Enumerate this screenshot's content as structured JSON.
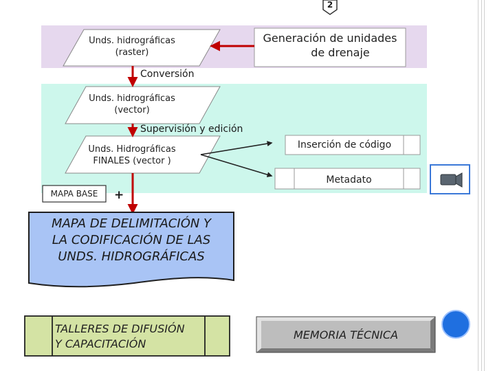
{
  "slide_number": "2",
  "nodes": {
    "raster": [
      "Unds. hidrográficas",
      "(raster)"
    ],
    "generation": [
      "Generación de unidades",
      "de drenaje"
    ],
    "conversion": "Conversión",
    "vector": [
      "Unds. hidrográficas",
      "(vector)"
    ],
    "supervision": "Supervisión y edición",
    "finales": [
      "Unds. Hidrográficas",
      "FINALES (vector )"
    ],
    "code_insertion": "Inserción de código",
    "metadata": "Metadato",
    "base_map": "MAPA BASE",
    "plus": "+",
    "delimitation_map": [
      "MAPA DE DELIMITACIÓN Y",
      "LA CODIFICACIÓN DE LAS",
      "UNDS. HIDROGRÁFICAS"
    ],
    "workshops": [
      "TALLERES DE DIFUSIÓN",
      "Y CAPACITACIÓN"
    ],
    "report": "MEMORIA TÉCNICA"
  },
  "colors": {
    "band_top": "#e6d8ee",
    "band_bottom": "#cdf7ec",
    "arrow": "#c00000",
    "doc_fill": "#a9c4f5",
    "workshop_fill": "#d4e3a4",
    "report_fill": "#bdbdbd",
    "nav_blue": "#1f6fe0"
  },
  "icons": {
    "slide_badge": "pentagon-badge-icon",
    "video": "video-camera-icon",
    "nav": "circle-nav-icon"
  }
}
